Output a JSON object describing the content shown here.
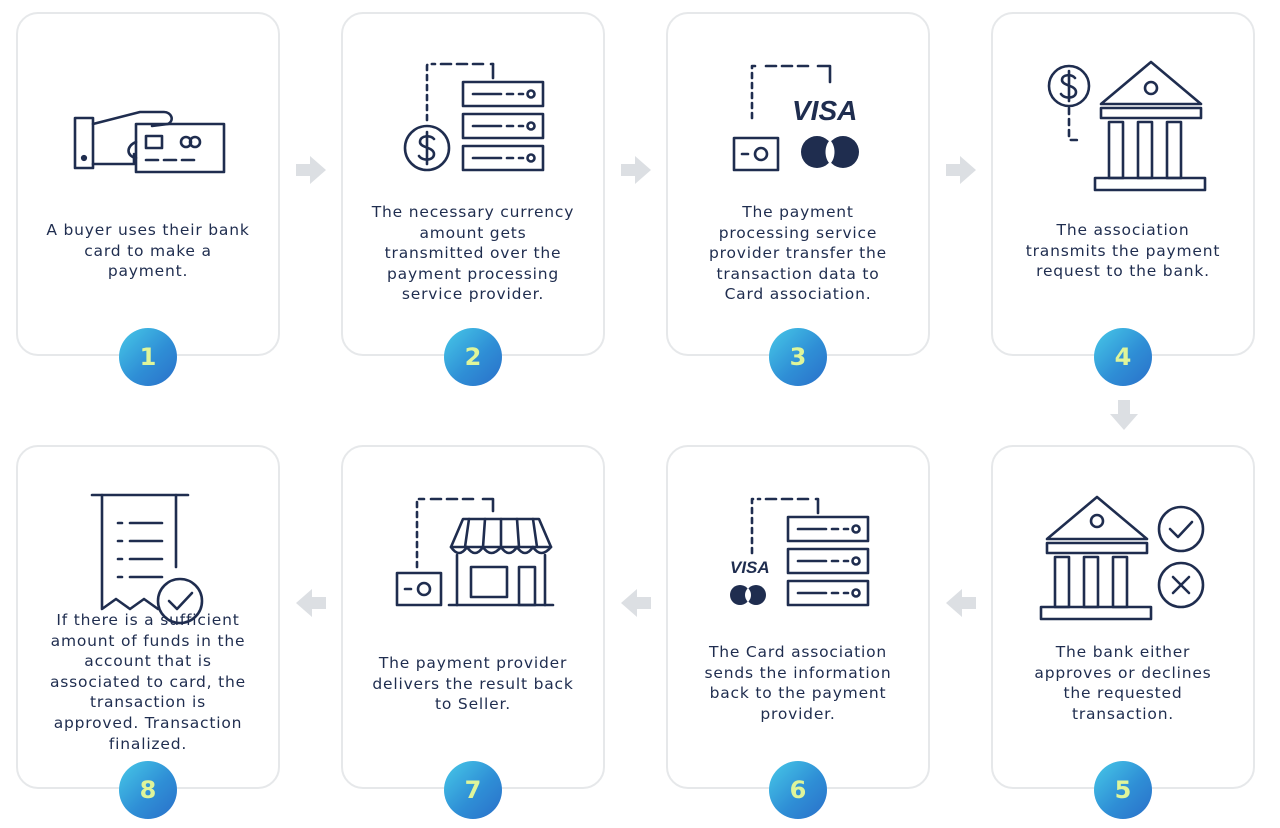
{
  "steps": [
    {
      "number": "1",
      "text": "A buyer uses their bank\ncard to make a\npayment."
    },
    {
      "number": "2",
      "text": "The necessary currency\namount gets\ntransmitted over the\npayment processing\nservice provider."
    },
    {
      "number": "3",
      "text": "The payment\nprocessing service\nprovider transfer the\ntransaction data to\nCard association."
    },
    {
      "number": "4",
      "text": "The association\ntransmits the payment\nrequest to the bank."
    },
    {
      "number": "5",
      "text": "The bank either\napproves or declines\nthe requested\ntransaction."
    },
    {
      "number": "6",
      "text": "The Card association\nsends the information\nback to the payment\nprovider."
    },
    {
      "number": "7",
      "text": "The payment provider\ndelivers the result back\nto Seller."
    },
    {
      "number": "8",
      "text": "If there is a sufficient\namount of funds in the\naccount that is\nassociated to card, the\ntransaction is\napproved. Transaction\nfinalized."
    }
  ],
  "logos": {
    "visa": "VISA"
  },
  "colors": {
    "ink": "#1f2d4f",
    "card_border": "#e6e8ea",
    "arrow": "#dcdfe3",
    "badge_gradient_start": "#47c9e8",
    "badge_gradient_end": "#2a6fc9",
    "badge_number": "#dff59a"
  },
  "icons": [
    "hand-holding-card-icon",
    "dollar-server-icon",
    "card-visa-mastercard-icon",
    "dollar-bank-icon",
    "bank-approve-decline-icon",
    "visa-server-icon",
    "card-to-store-icon",
    "receipt-check-icon"
  ]
}
